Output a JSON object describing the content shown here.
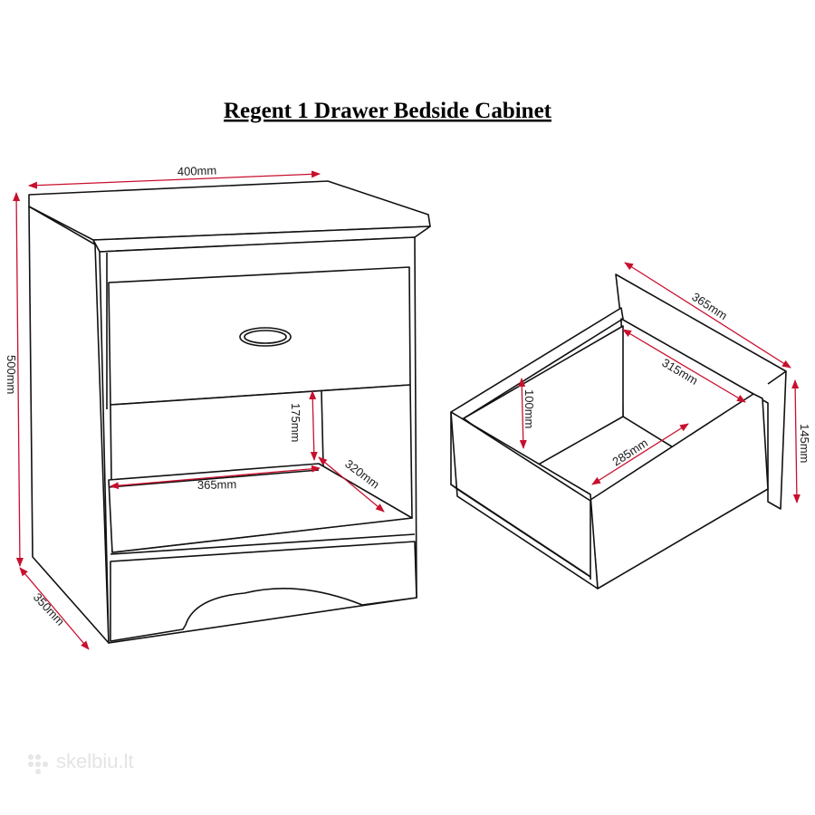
{
  "title": "Regent 1 Drawer Bedside Cabinet",
  "watermark": "skelbiu.lt",
  "colors": {
    "dimension_arrow": "#c8102e",
    "line": "#111111",
    "watermark": "#e4e4e4"
  },
  "cabinet_dimensions": {
    "width": "400mm",
    "height": "500mm",
    "depth": "350mm",
    "shelf_gap_height": "175mm",
    "shelf_width": "365mm",
    "shelf_depth": "320mm"
  },
  "drawer_dimensions": {
    "length": "365mm",
    "inner_length": "315mm",
    "inner_height": "100mm",
    "inner_width": "285mm",
    "front_height": "145mm"
  }
}
